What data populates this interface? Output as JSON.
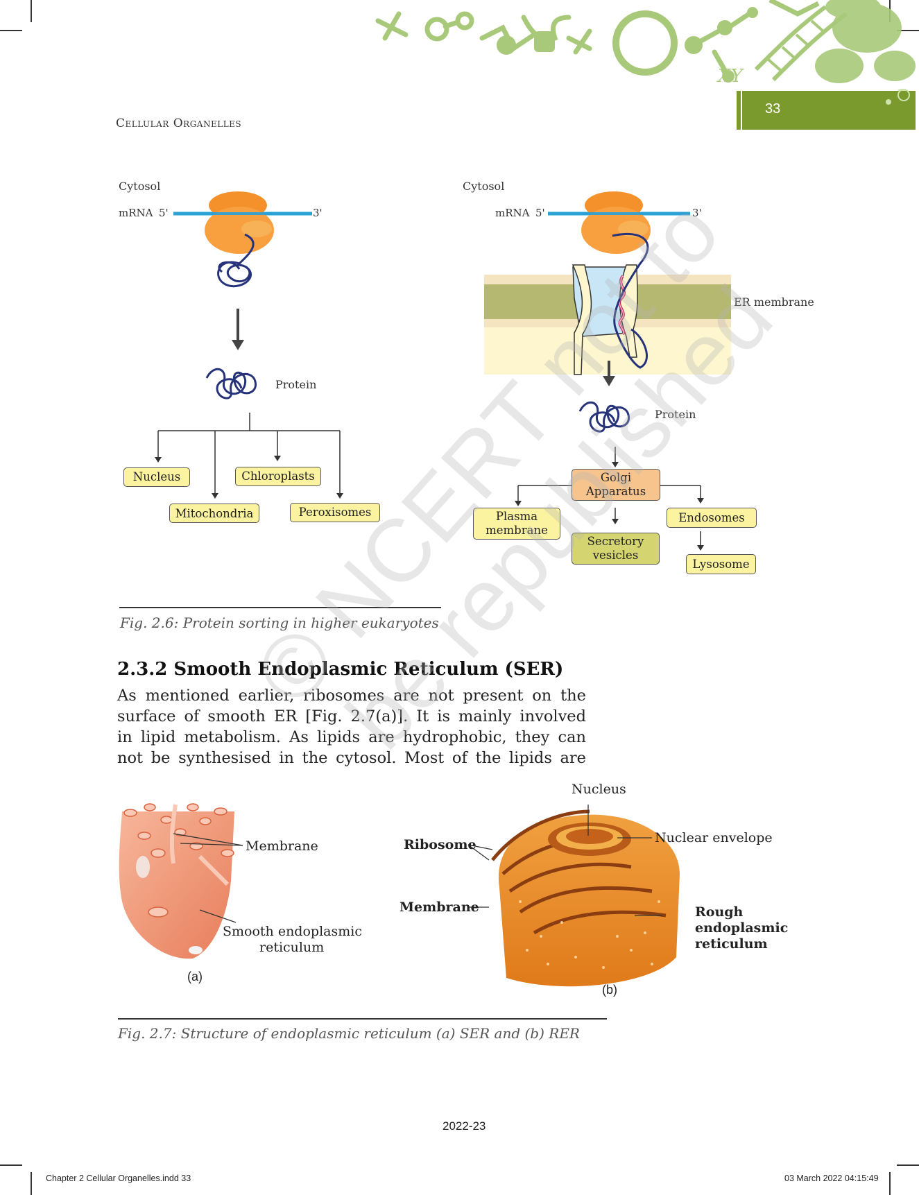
{
  "header": {
    "page_number": "33",
    "chapter_title": "Cellular Organelles"
  },
  "figure_2_6": {
    "left": {
      "cytosol": "Cytosol",
      "mrna": "mRNA",
      "five_prime": "5'",
      "three_prime": "3'",
      "protein": "Protein",
      "targets": [
        "Nucleus",
        "Mitochondria",
        "Chloroplasts",
        "Peroxisomes"
      ]
    },
    "right": {
      "cytosol": "Cytosol",
      "mrna": "mRNA",
      "five_prime": "5'",
      "three_prime": "3'",
      "er_membrane": "ER membrane",
      "protein": "Protein",
      "golgi": "Golgi Apparatus",
      "plasma_membrane": "Plasma membrane",
      "secretory_vesicles": "Secretory vesicles",
      "endosomes": "Endosomes",
      "lysosome": "Lysosome"
    },
    "caption": "Fig. 2.6: Protein sorting in higher eukaryotes"
  },
  "section": {
    "heading": "2.3.2 Smooth Endoplasmic Reticulum (SER)",
    "paragraph_lines": [
      "As mentioned earlier, ribosomes are not present on the",
      "surface of smooth ER [Fig. 2.7(a)]. It is mainly involved",
      "in lipid metabolism. As lipids are hydrophobic, they can",
      "not be synthesised in the cytosol. Most of the lipids are"
    ]
  },
  "figure_2_7": {
    "a": {
      "membrane": "Membrane",
      "ser_label": "Smooth endoplasmic reticulum",
      "ser_line1": "Smooth endoplasmic",
      "ser_line2": "reticulum",
      "tag": "(a)"
    },
    "b": {
      "nucleus": "Nucleus",
      "nuclear_envelope": "Nuclear envelope",
      "ribosome": "Ribosome",
      "membrane": "Membrane",
      "rer_line1": "Rough",
      "rer_line2": "endoplasmic",
      "rer_line3": "reticulum",
      "tag": "(b)"
    },
    "caption": "Fig. 2.7: Structure of endoplasmic reticulum (a) SER and (b) RER"
  },
  "watermark": "© NCERT not to be republished",
  "footer": {
    "year": "2022-23",
    "file_info": "Chapter 2 Cellular Organelles.indd   33",
    "timestamp": "03 March 2022   04:15:49"
  },
  "colors": {
    "accent_green": "#7a9a2e",
    "decor_green": "#a9c97a",
    "box_yellow": "#fbf3a0",
    "box_orange": "#f7c48e",
    "box_olive": "#d4d470"
  }
}
